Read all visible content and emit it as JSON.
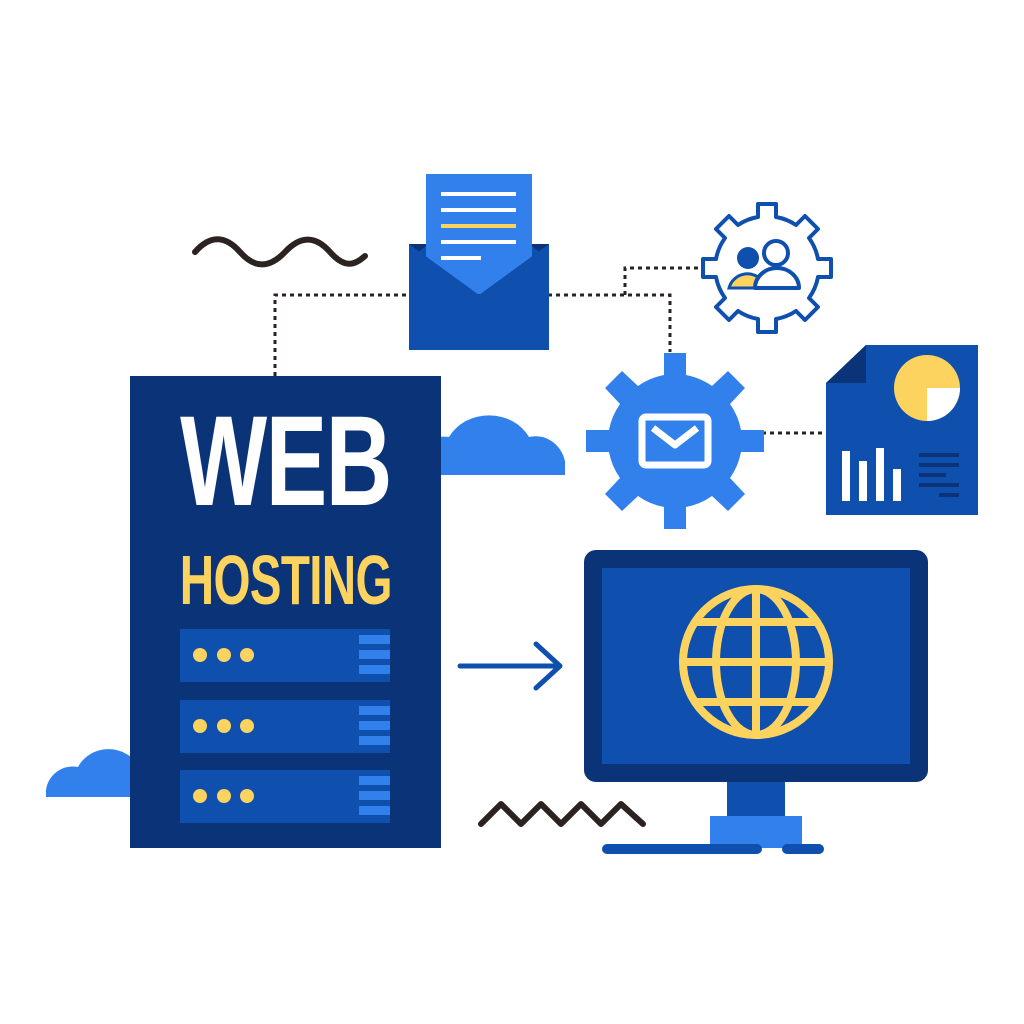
{
  "illustration": {
    "title_line1": "WEB",
    "title_line2": "HOSTING",
    "server_racks": 3,
    "rack_indicator_dots": 3
  },
  "icons": [
    "envelope-document-icon",
    "user-group-gear-icon",
    "mail-gear-icon",
    "report-document-icon",
    "cloud-icon",
    "monitor-globe-icon",
    "arrow-right-icon"
  ],
  "colors": {
    "navy": "#0b3478",
    "royal_blue": "#0f4fae",
    "bright_blue": "#3280ec",
    "yellow": "#fdd35f",
    "dark_line": "#2b2320",
    "background": "#ffffff"
  }
}
